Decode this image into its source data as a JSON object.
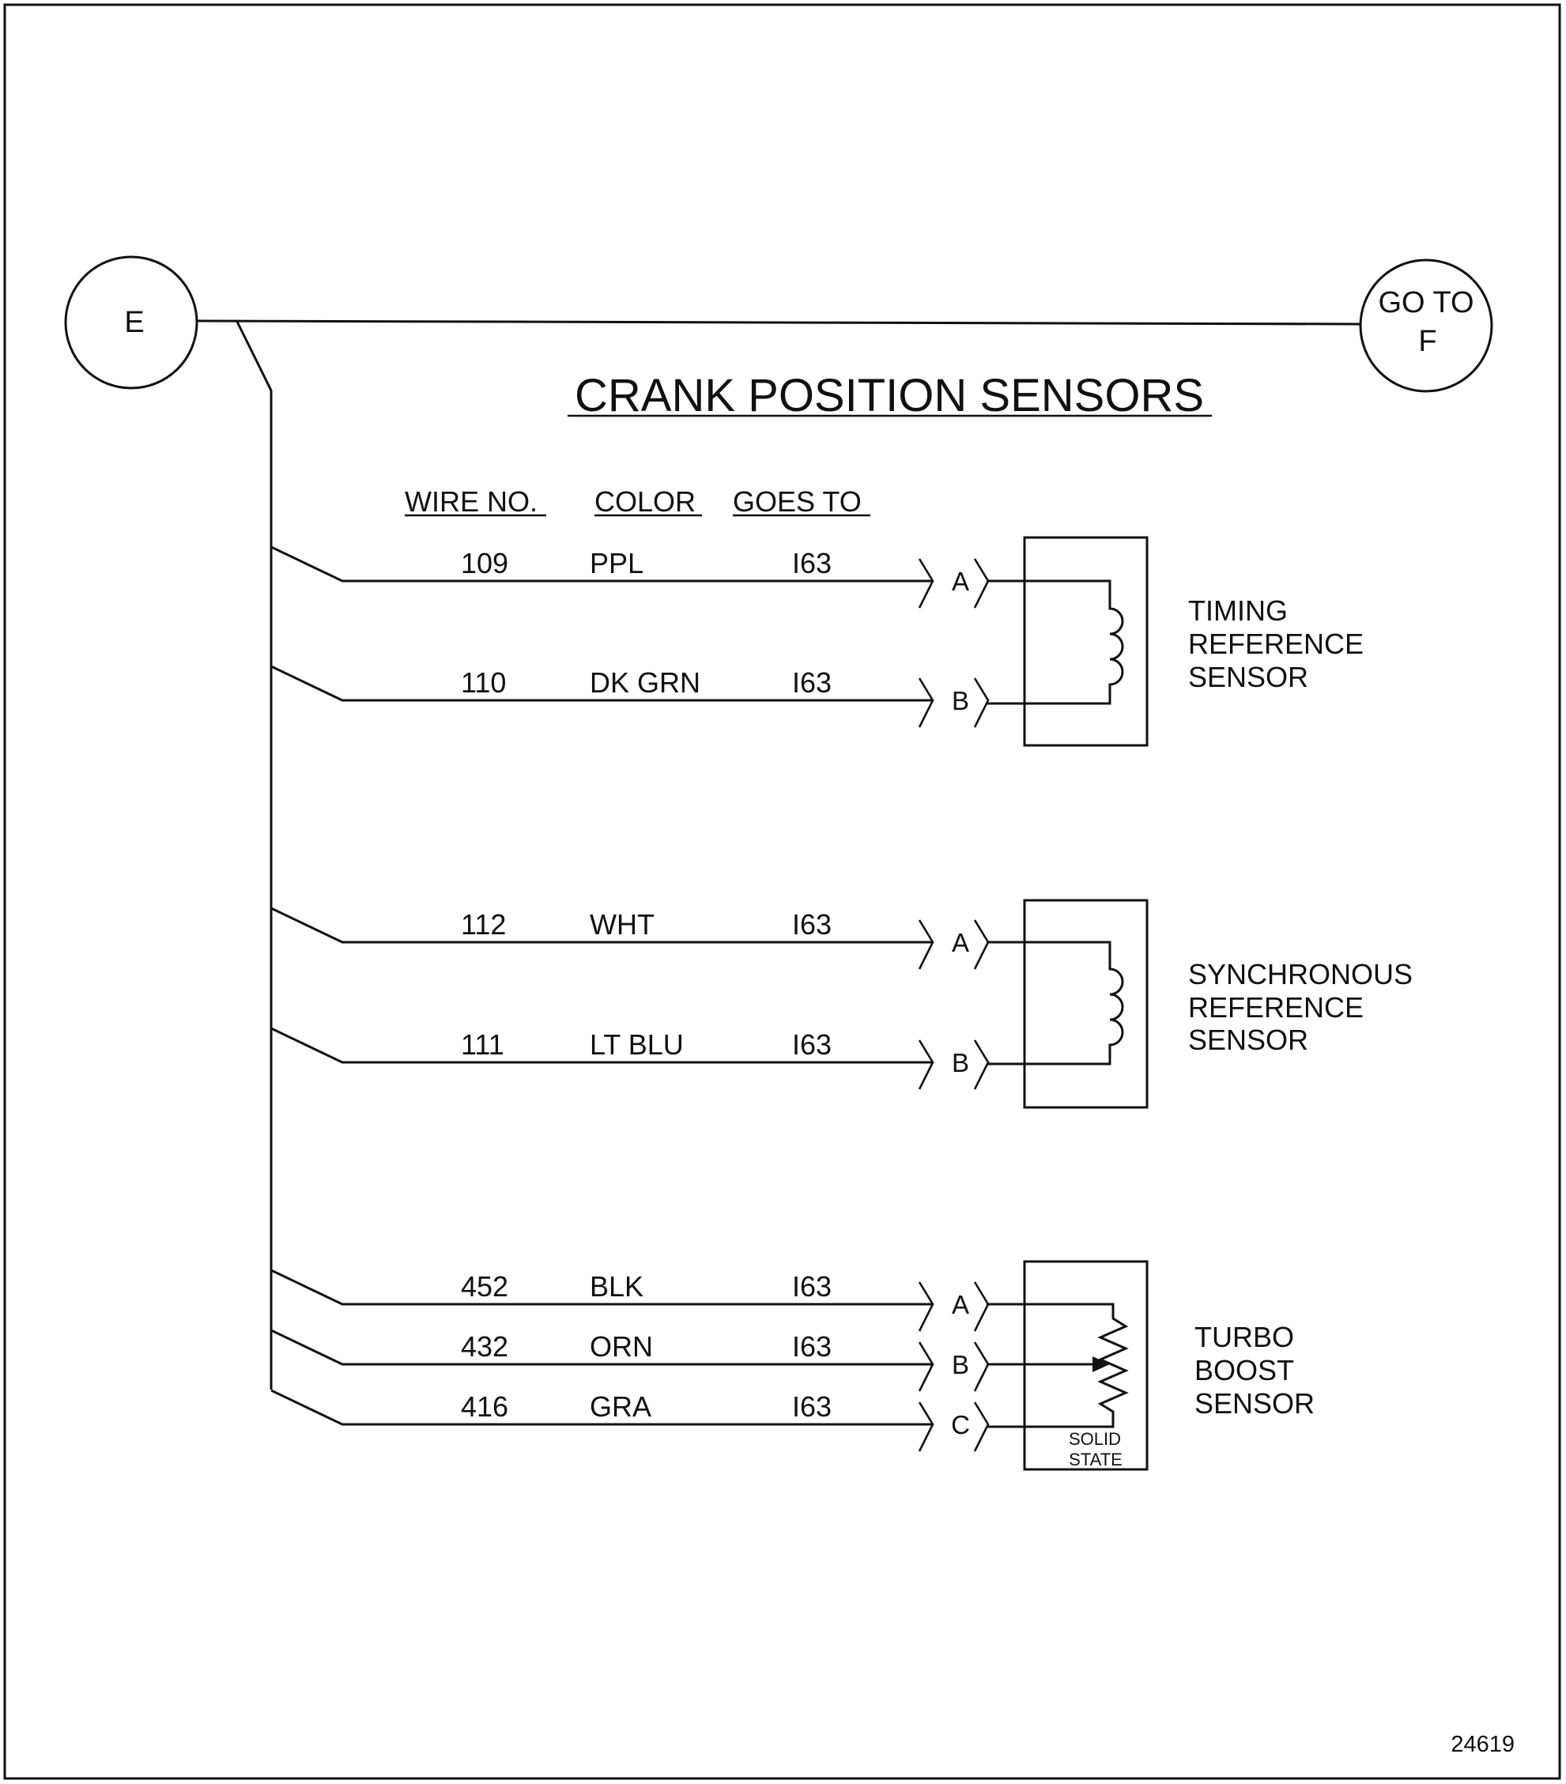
{
  "connector_in": {
    "label": "E"
  },
  "connector_out": {
    "line1": "GO TO",
    "line2": "F"
  },
  "title": "CRANK POSITION SENSORS",
  "headers": {
    "wire_no": "WIRE NO.",
    "color": "COLOR",
    "goes_to": "GOES TO"
  },
  "wires": [
    {
      "wire_no": "109",
      "color": "PPL",
      "goes_to": "I63",
      "pin": "A"
    },
    {
      "wire_no": "110",
      "color": "DK GRN",
      "goes_to": "I63",
      "pin": "B"
    },
    {
      "wire_no": "112",
      "color": "WHT",
      "goes_to": "I63",
      "pin": "A"
    },
    {
      "wire_no": "111",
      "color": "LT BLU",
      "goes_to": "I63",
      "pin": "B"
    },
    {
      "wire_no": "452",
      "color": "BLK",
      "goes_to": "I63",
      "pin": "A"
    },
    {
      "wire_no": "432",
      "color": "ORN",
      "goes_to": "I63",
      "pin": "B"
    },
    {
      "wire_no": "416",
      "color": "GRA",
      "goes_to": "I63",
      "pin": "C"
    }
  ],
  "sensors": [
    {
      "lines": [
        "TIMING",
        "REFERENCE",
        "SENSOR"
      ]
    },
    {
      "lines": [
        "SYNCHRONOUS",
        "REFERENCE",
        "SENSOR"
      ]
    },
    {
      "lines": [
        "TURBO",
        "BOOST",
        "SENSOR"
      ],
      "note_line1": "SOLID",
      "note_line2": "STATE"
    }
  ],
  "figure_number": "24619"
}
